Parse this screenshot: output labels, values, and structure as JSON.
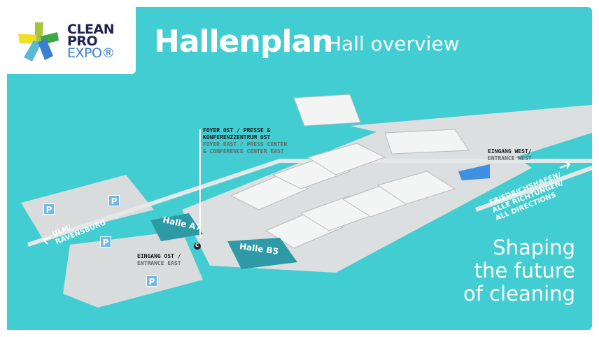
{
  "logo": {
    "line1": "CLEAN",
    "line2": "PRO",
    "line3": "EXPO®"
  },
  "header": {
    "title": "Hallenplan",
    "subtitle": "Hall overview"
  },
  "labels": {
    "foyer_de": "FOYER OST / PRESSE & KONFERENZZENTRUM OST",
    "foyer_en": "FOYER EAST / PRESS CENTER & CONFERENCE CENTER EAST",
    "west_de": "EINGANG WEST/",
    "west_en": "ENTRANCE WEST",
    "east_de": "EINGANG OST /",
    "east_en": "ENTRANCE EAST",
    "fn": "FRIEDRICHSHAFEN/ ALLE RICHTUNGEN/ ALL DIRECTIONS",
    "ulm": "ULM/ RAVENSBURG",
    "hall_a7": "Halle A7",
    "hall_b5": "Halle B5",
    "parking": "P",
    "conference_marker": "C"
  },
  "slogan": "Shaping the future of cleaning",
  "colors": {
    "background": "#41cdd2",
    "hall_highlight": "#2e9aa6",
    "logo_navy": "#1f2250"
  }
}
